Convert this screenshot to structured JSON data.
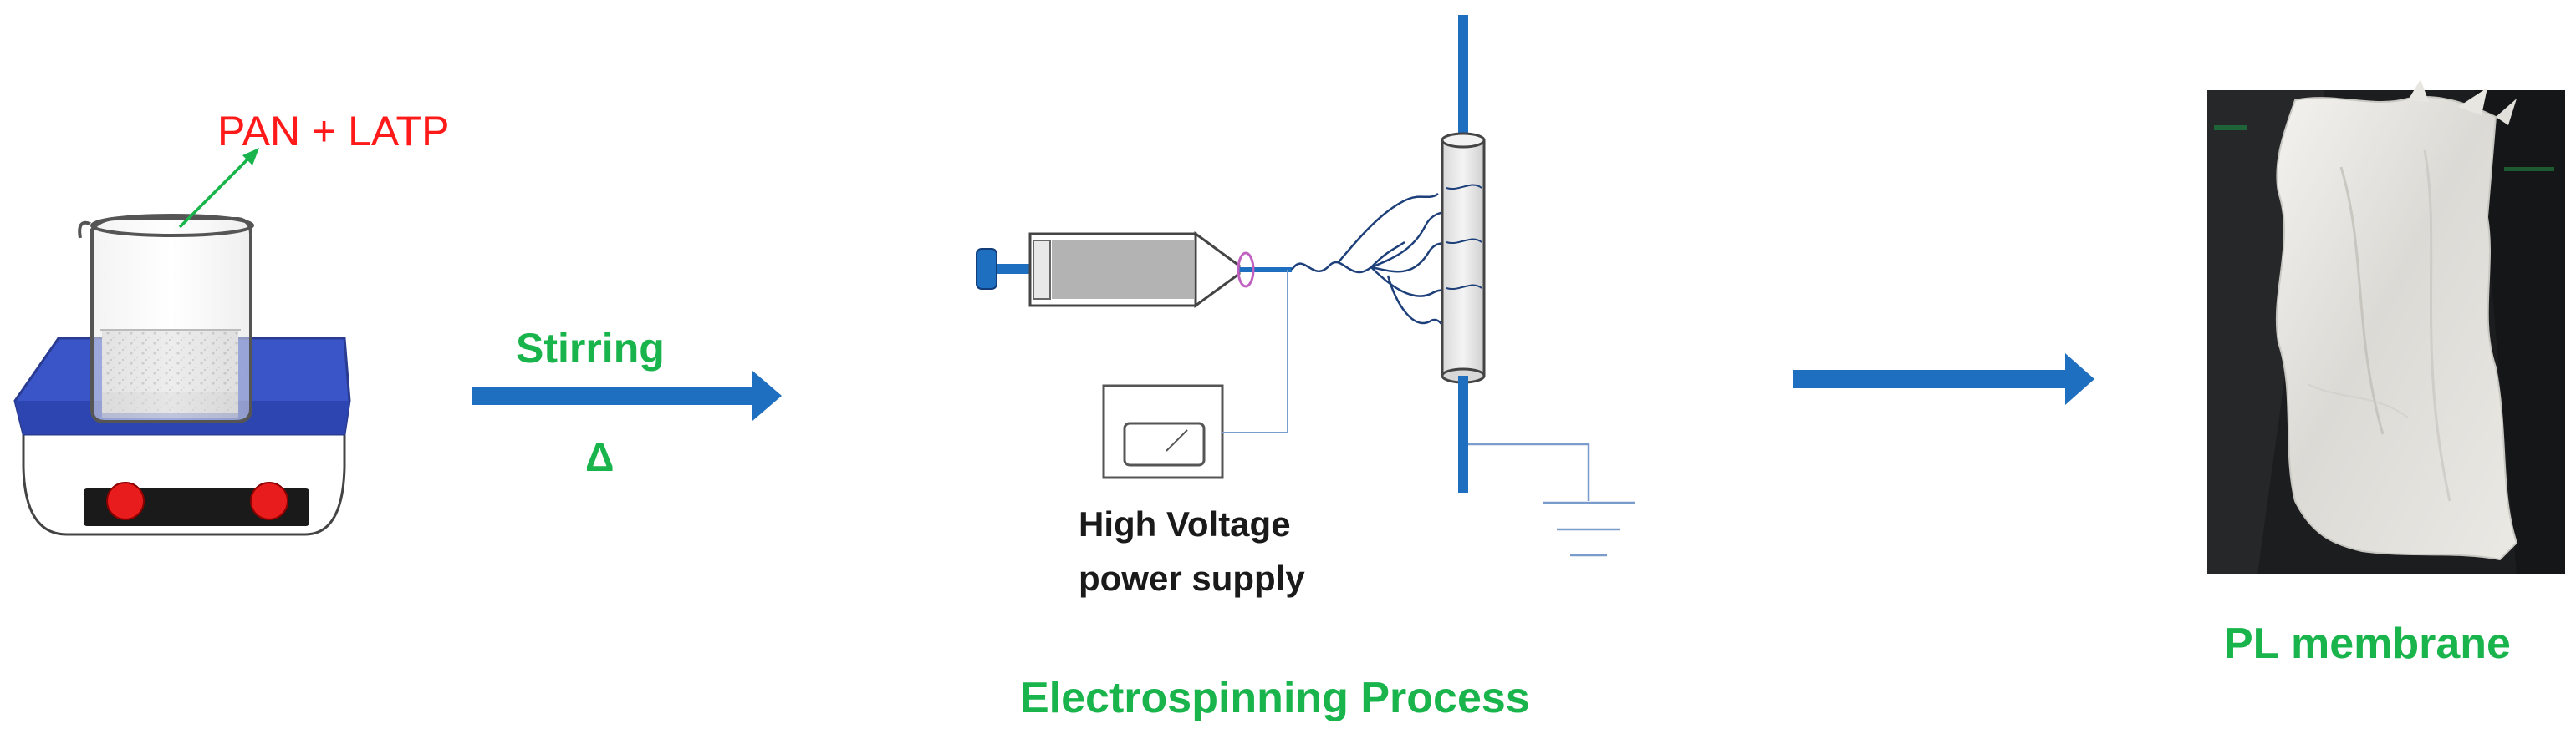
{
  "labels": {
    "reagents": "PAN + LATP",
    "stirring": "Stirring",
    "heat": "Δ",
    "power_supply_line1": "High Voltage",
    "power_supply_line2": "power supply",
    "process": "Electrospinning Process",
    "product": "PL membrane"
  },
  "colors": {
    "arrow_blue": "#1f6fc0",
    "label_green": "#19b44c",
    "reagent_red": "#ff1a1a",
    "hotplate_top": "#3a55c8",
    "knob_red": "#e81c1c",
    "needle_ring": "#c060c0",
    "membrane": "#e9e7e3",
    "photo_bg": "#1c1d1f"
  },
  "icons": {
    "beaker": "beaker-icon",
    "hotplate": "hotplate-icon",
    "syringe": "syringe-icon",
    "collector": "collector-icon",
    "power_supply": "power-supply-icon",
    "ground": "ground-icon",
    "membrane_photo": "membrane-photo"
  }
}
